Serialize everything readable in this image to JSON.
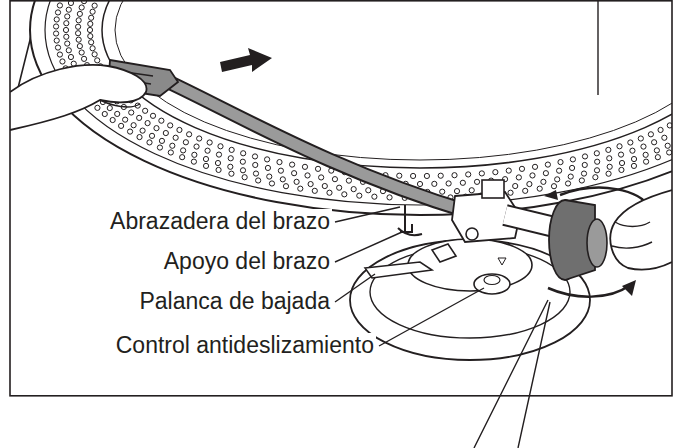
{
  "diagram": {
    "labels": [
      "Abrazadera del brazo",
      "Apoyo del brazo",
      "Palanca de bajada",
      "Control antideslizamiento"
    ]
  }
}
